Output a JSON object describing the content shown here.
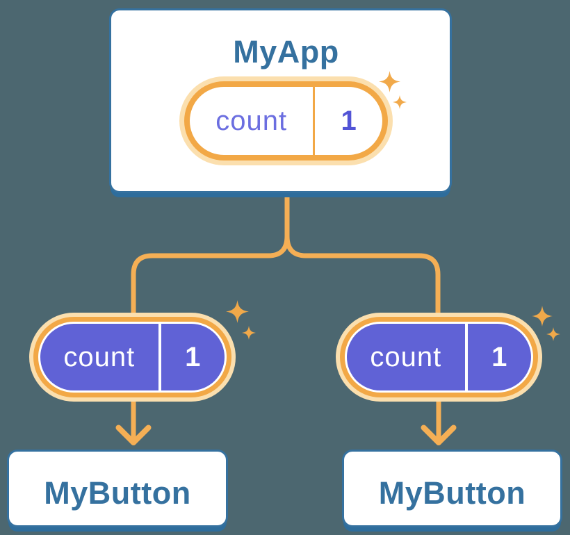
{
  "background_color": "#4C6770",
  "palette": {
    "card_border_blue": "#35719F",
    "card_shadow_blue": "#2E6D9C",
    "card_text_blue": "#35719F",
    "connector_orange": "#F5AF55",
    "pill_ring_orange": "#F2A846",
    "pill_glow_peach": "#FBDFAE",
    "prop_pill_purple": "#6062D6",
    "state_name_indigo": "#6B6EE0",
    "state_value_indigo": "#5254D6",
    "sparkle_orange": "#F1A94A"
  },
  "tree": {
    "root": {
      "title": "MyApp",
      "state_pill": {
        "label": "count",
        "value": "1"
      }
    },
    "children": [
      {
        "card_title": "MyButton",
        "pill": {
          "label": "count",
          "value": "1"
        }
      },
      {
        "card_title": "MyButton",
        "pill": {
          "label": "count",
          "value": "1"
        }
      }
    ]
  }
}
